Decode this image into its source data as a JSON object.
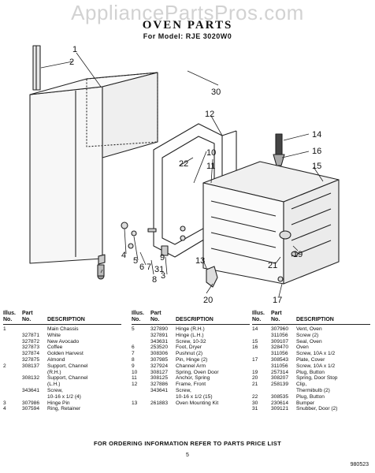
{
  "watermark": "AppliancePartsPros.com",
  "title": "OVEN PARTS",
  "model_line": "For Model: RJE 3020W0",
  "callouts": {
    "c1": "1",
    "c2": "2",
    "c3": "3",
    "c4": "4",
    "c5": "5",
    "c6": "6",
    "c7": "7",
    "c8": "8",
    "c9": "9",
    "c10": "10",
    "c11": "11",
    "c12": "12",
    "c13": "13",
    "c14": "14",
    "c15": "15",
    "c16": "16",
    "c17": "17",
    "c19": "19",
    "c20": "20",
    "c21": "21",
    "c22": "22",
    "c30": "30",
    "c31": "31"
  },
  "table": {
    "headers": {
      "illus": "Illus.",
      "no": "No.",
      "part": "Part",
      "part_no": "No.",
      "description": "DESCRIPTION"
    },
    "col1": [
      [
        "1",
        "",
        "Main Chassis"
      ],
      [
        "",
        "327871",
        "White"
      ],
      [
        "",
        "327872",
        "New Avocado"
      ],
      [
        "",
        "327873",
        "Coffee"
      ],
      [
        "",
        "327874",
        "Golden Harvest"
      ],
      [
        "",
        "327875",
        "Almond"
      ],
      [
        "2",
        "308137",
        "Support, Channel"
      ],
      [
        "",
        "",
        "(R.H.)"
      ],
      [
        "",
        "308132",
        "Support, Channel"
      ],
      [
        "",
        "",
        "(L.H.)"
      ],
      [
        "",
        "343641",
        "Screw,"
      ],
      [
        "",
        "",
        "10-16 x 1/2 (4)"
      ],
      [
        "3",
        "307986",
        "Hinge Pin"
      ],
      [
        "4",
        "307594",
        "Ring, Retainer"
      ]
    ],
    "col2": [
      [
        "5",
        "327890",
        "Hinge (R.H.)"
      ],
      [
        "",
        "327891",
        "Hinge (L.H.)"
      ],
      [
        "",
        "343631",
        "Screw, 10-32"
      ],
      [
        "6",
        "253520",
        "Foot, Dryer"
      ],
      [
        "7",
        "308306",
        "Pushnut (2)"
      ],
      [
        "8",
        "307985",
        "Pin, Hinge (2)"
      ],
      [
        "9",
        "327924",
        "Channel Arm"
      ],
      [
        "10",
        "308127",
        "Spring, Oven Door"
      ],
      [
        "11",
        "308125",
        "Anchor, Spring"
      ],
      [
        "12",
        "327886",
        "Frame, Front"
      ],
      [
        "",
        "343641",
        "Screw,"
      ],
      [
        "",
        "",
        "10-16 x 1/2 (15)"
      ],
      [
        "13",
        "261883",
        "Oven Mounting Kit"
      ]
    ],
    "col3": [
      [
        "14",
        "307960",
        "Vent, Oven"
      ],
      [
        "",
        "311056",
        "Screw (2)"
      ],
      [
        "15",
        "309107",
        "Seal, Oven"
      ],
      [
        "16",
        "328470",
        "Oven"
      ],
      [
        "",
        "311056",
        "Screw, 10A x 1/2"
      ],
      [
        "17",
        "308543",
        "Plate, Cover"
      ],
      [
        "",
        "311056",
        "Screw, 10A x 1/2"
      ],
      [
        "19",
        "257314",
        "Plug, Button"
      ],
      [
        "20",
        "308207",
        "Spring, Door Stop"
      ],
      [
        "21",
        "258139",
        "Clip,"
      ],
      [
        "",
        "",
        "Thermibulb (2)"
      ],
      [
        "22",
        "308535",
        "Plug, Button"
      ],
      [
        "30",
        "230614",
        "Bumper"
      ],
      [
        "31",
        "309121",
        "Snubber, Door (2)"
      ]
    ]
  },
  "footer_note": "FOR ORDERING INFORMATION REFER TO PARTS PRICE LIST",
  "page_number": "5",
  "doc_code": "980523"
}
